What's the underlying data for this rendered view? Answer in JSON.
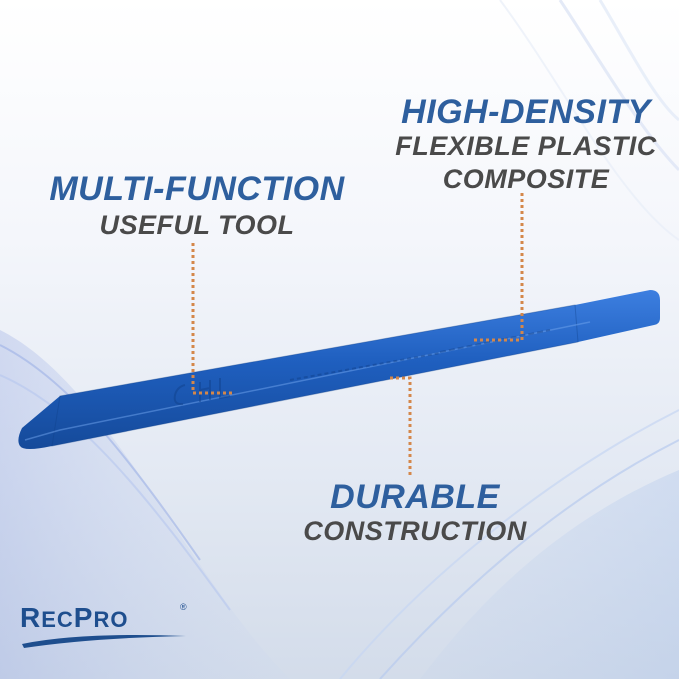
{
  "callouts": {
    "multi_function": {
      "heading": "MULTI-FUNCTION",
      "subheading": "USEFUL TOOL"
    },
    "high_density": {
      "heading": "HIGH-DENSITY",
      "line1": "FLEXIBLE PLASTIC",
      "line2": "COMPOSITE"
    },
    "durable": {
      "heading": "DURABLE",
      "subheading": "CONSTRUCTION"
    }
  },
  "brand": {
    "name_first": "R",
    "name_small1": "EC",
    "name_mid": "P",
    "name_small2": "RO",
    "registered": "®"
  },
  "colors": {
    "heading_blue": "#2e5f9e",
    "subheading_gray": "#4a4a4a",
    "tool_blue": "#1f5fbf",
    "guide_orange": "#d4874a",
    "brand_blue": "#1e4e8e"
  },
  "icons": {
    "tool": "plastic-pry-tool",
    "logo_swoosh": "swoosh"
  }
}
